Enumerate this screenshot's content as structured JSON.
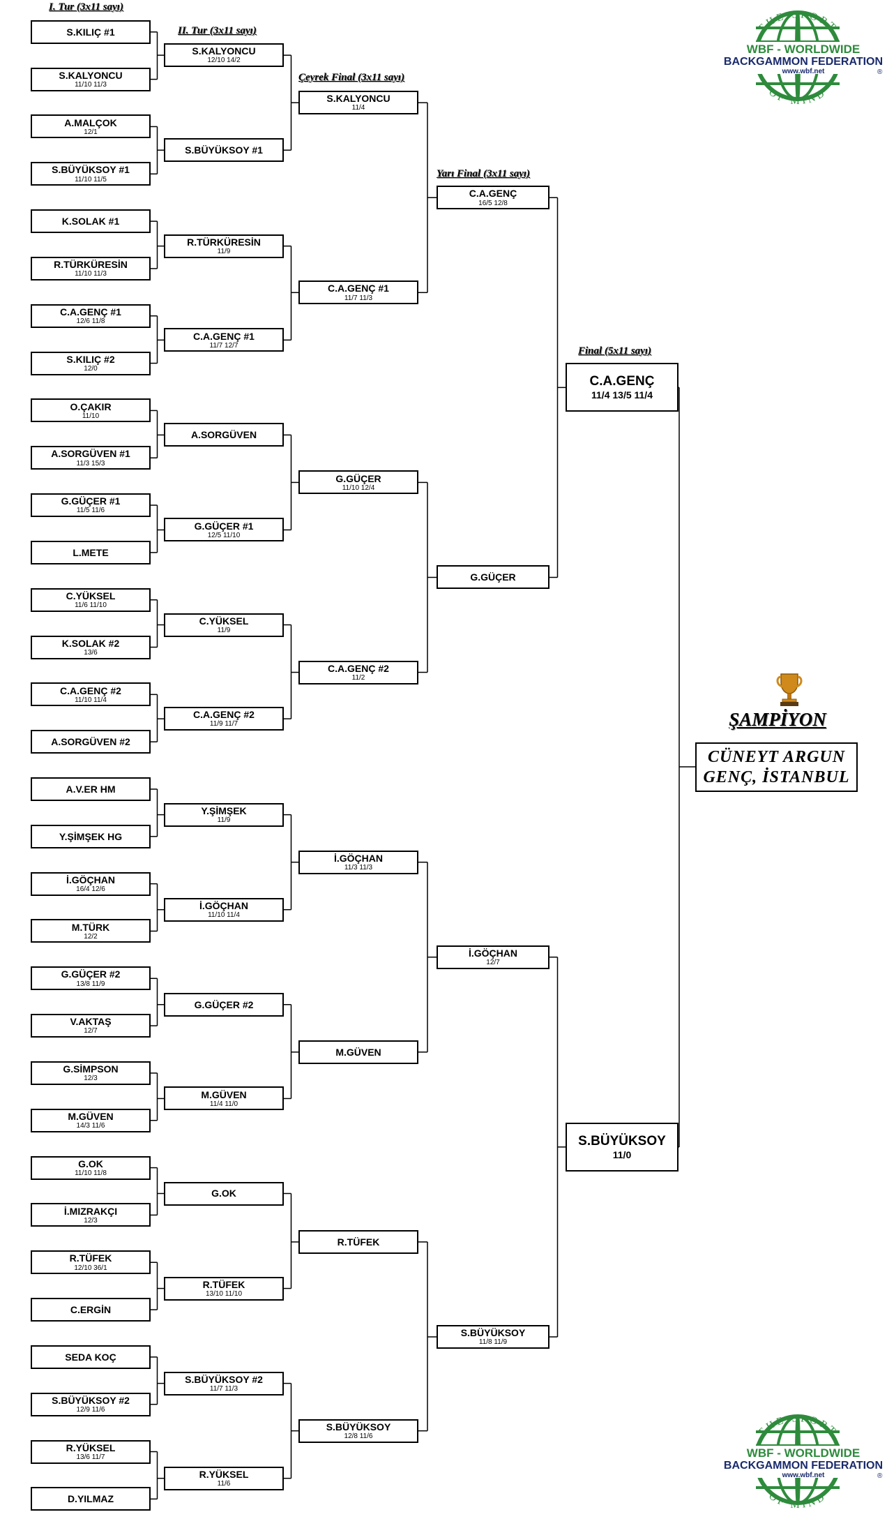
{
  "rounds": [
    {
      "label": "I. Tur (3x11 sayı)"
    },
    {
      "label": "II. Tur (3x11 sayı)"
    },
    {
      "label": "Çeyrek Final (3x11 sayı)"
    },
    {
      "label": "Yarı Final (3x11 sayı)"
    },
    {
      "label": "Final (5x11 sayı)"
    }
  ],
  "r1": [
    {
      "name": "S.KILIÇ #1",
      "score": ""
    },
    {
      "name": "S.KALYONCU",
      "score": "11/10  11/3"
    },
    {
      "name": "A.MALÇOK",
      "score": "12/1"
    },
    {
      "name": "S.BÜYÜKSOY #1",
      "score": "11/10  11/5"
    },
    {
      "name": "K.SOLAK #1",
      "score": ""
    },
    {
      "name": "R.TÜRKÜRESİN",
      "score": "11/10  11/3"
    },
    {
      "name": "C.A.GENÇ #1",
      "score": "12/6  11/8"
    },
    {
      "name": "S.KILIÇ #2",
      "score": "12/0"
    },
    {
      "name": "O.ÇAKIR",
      "score": "11/10"
    },
    {
      "name": "A.SORGÜVEN #1",
      "score": "11/3  15/3"
    },
    {
      "name": "G.GÜÇER #1",
      "score": "11/5  11/6"
    },
    {
      "name": "L.METE",
      "score": ""
    },
    {
      "name": "C.YÜKSEL",
      "score": "11/6  11/10"
    },
    {
      "name": "K.SOLAK #2",
      "score": "13/6"
    },
    {
      "name": "C.A.GENÇ #2",
      "score": "11/10  11/4"
    },
    {
      "name": "A.SORGÜVEN #2",
      "score": ""
    },
    {
      "name": "A.V.ER  HM",
      "score": ""
    },
    {
      "name": "Y.ŞİMŞEK  HG",
      "score": ""
    },
    {
      "name": "İ.GÖÇHAN",
      "score": "16/4  12/6"
    },
    {
      "name": "M.TÜRK",
      "score": "12/2"
    },
    {
      "name": "G.GÜÇER #2",
      "score": "13/8  11/9"
    },
    {
      "name": "V.AKTAŞ",
      "score": "12/7"
    },
    {
      "name": "G.SİMPSON",
      "score": "12/3"
    },
    {
      "name": "M.GÜVEN",
      "score": "14/3  11/6"
    },
    {
      "name": "G.OK",
      "score": "11/10  11/8"
    },
    {
      "name": "İ.MIZRAKÇI",
      "score": "12/3"
    },
    {
      "name": "R.TÜFEK",
      "score": "12/10  36/1"
    },
    {
      "name": "C.ERGİN",
      "score": ""
    },
    {
      "name": "SEDA KOÇ",
      "score": ""
    },
    {
      "name": "S.BÜYÜKSOY #2",
      "score": "12/9  11/6"
    },
    {
      "name": "R.YÜKSEL",
      "score": "13/6  11/7"
    },
    {
      "name": "D.YILMAZ",
      "score": ""
    }
  ],
  "r2": [
    {
      "name": "S.KALYONCU",
      "score": "12/10  14/2"
    },
    {
      "name": "S.BÜYÜKSOY #1",
      "score": ""
    },
    {
      "name": "R.TÜRKÜRESİN",
      "score": "11/9"
    },
    {
      "name": "C.A.GENÇ #1",
      "score": "11/7  12/7"
    },
    {
      "name": "A.SORGÜVEN",
      "score": ""
    },
    {
      "name": "G.GÜÇER #1",
      "score": "12/5  11/10"
    },
    {
      "name": "C.YÜKSEL",
      "score": "11/9"
    },
    {
      "name": "C.A.GENÇ #2",
      "score": "11/9  11/7"
    },
    {
      "name": "Y.ŞİMŞEK",
      "score": "11/9"
    },
    {
      "name": "İ.GÖÇHAN",
      "score": "11/10  11/4"
    },
    {
      "name": "G.GÜÇER #2",
      "score": ""
    },
    {
      "name": "M.GÜVEN",
      "score": "11/4  11/0"
    },
    {
      "name": "G.OK",
      "score": ""
    },
    {
      "name": "R.TÜFEK",
      "score": "13/10  11/10"
    },
    {
      "name": "S.BÜYÜKSOY #2",
      "score": "11/7  11/3"
    },
    {
      "name": "R.YÜKSEL",
      "score": "11/6"
    }
  ],
  "r3": [
    {
      "name": "S.KALYONCU",
      "score": "11/4"
    },
    {
      "name": "C.A.GENÇ #1",
      "score": "11/7  11/3"
    },
    {
      "name": "G.GÜÇER",
      "score": "11/10  12/4"
    },
    {
      "name": "C.A.GENÇ #2",
      "score": "11/2"
    },
    {
      "name": "İ.GÖÇHAN",
      "score": "11/3  11/3"
    },
    {
      "name": "M.GÜVEN",
      "score": ""
    },
    {
      "name": "R.TÜFEK",
      "score": ""
    },
    {
      "name": "S.BÜYÜKSOY",
      "score": "12/8  11/6"
    }
  ],
  "r4": [
    {
      "name": "C.A.GENÇ",
      "score": "16/5  12/8"
    },
    {
      "name": "G.GÜÇER",
      "score": ""
    },
    {
      "name": "İ.GÖÇHAN",
      "score": "12/7"
    },
    {
      "name": "S.BÜYÜKSOY",
      "score": "11/8  11/9"
    }
  ],
  "r5": [
    {
      "name": "C.A.GENÇ",
      "score": "11/4  13/5  11/4"
    },
    {
      "name": "S.BÜYÜKSOY",
      "score": "11/0"
    }
  ],
  "champion": {
    "title": "ŞAMPİYON",
    "line1": "CÜNEYT ARGUN",
    "line2": "GENÇ, İSTANBUL"
  },
  "logo": {
    "top_text": "THE SPORT",
    "bottom_text": "OF MIND",
    "line1": "WBF - WORLDWIDE",
    "line2": "BACKGAMMON FEDERATION",
    "url": "www.wbf.net",
    "registered": "®",
    "color_green": "#2e8b3c",
    "color_navy": "#1a2a6c"
  }
}
